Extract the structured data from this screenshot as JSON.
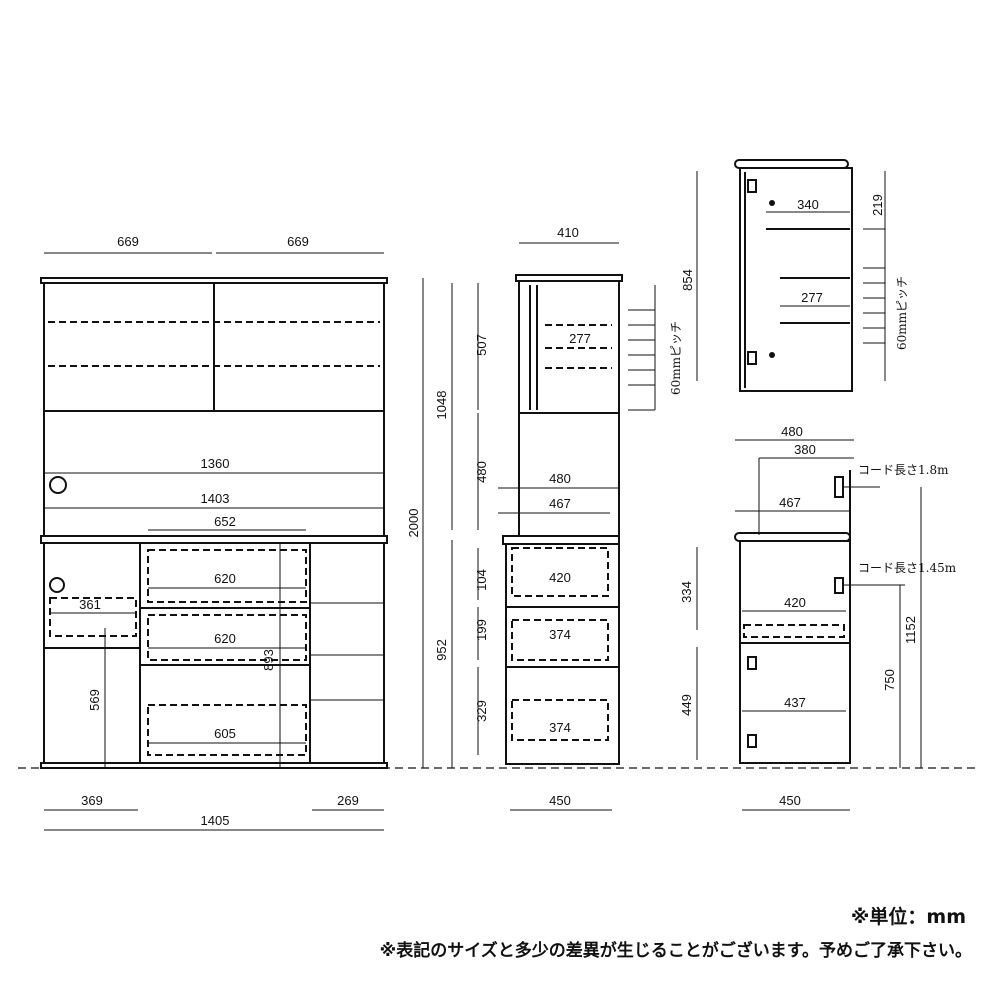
{
  "labels": [
    "669",
    "669",
    "1360",
    "1403",
    "652",
    "620",
    "361",
    "620",
    "893",
    "569",
    "605",
    "369",
    "269",
    "1405",
    "2000",
    "1048",
    "952",
    "410",
    "507",
    "277",
    "480",
    "480",
    "467",
    "104",
    "420",
    "199",
    "374",
    "329",
    "374",
    "450",
    "60mmピッチ",
    "854",
    "340",
    "219",
    "277",
    "60mmピッチ",
    "480",
    "380",
    "コード長さ1.8m",
    "467",
    "コード長さ1.45m",
    "334",
    "420",
    "1152",
    "449",
    "750",
    "437",
    "450"
  ],
  "notes": {
    "unit": "※単位：mm",
    "disclaimer": "※表記のサイズと多少の差異が生じることがございます。予めご了承下さい。"
  }
}
